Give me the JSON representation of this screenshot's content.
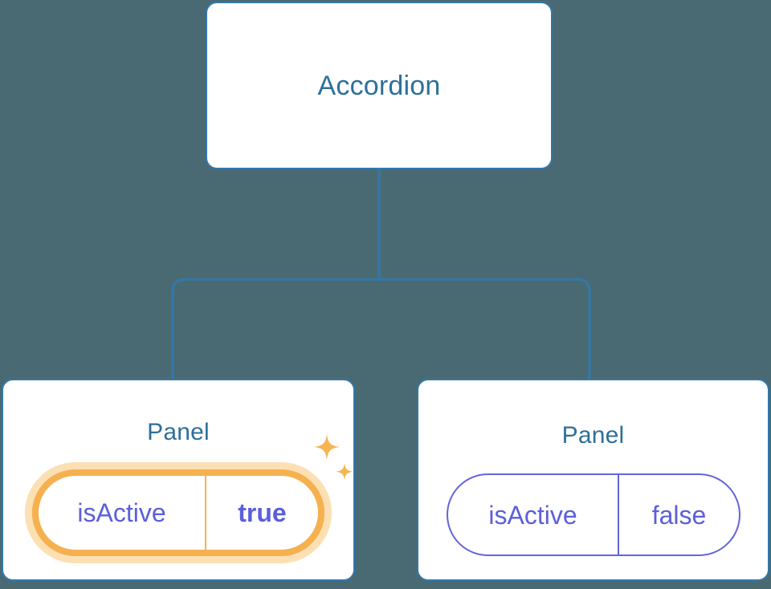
{
  "diagram": {
    "type": "component-tree",
    "background_color": "#4a6a73",
    "connector_color": "#3278ab",
    "card_border_color": "#3278ab",
    "title_color": "#2d7099",
    "prop_color": "#5b5fd9",
    "highlight_color": "#f5b14f",
    "highlight_glow_color": "#fce0b4"
  },
  "root": {
    "label": "Accordion"
  },
  "children": [
    {
      "label": "Panel",
      "highlighted": true,
      "prop": {
        "key": "isActive",
        "value": "true",
        "value_bold": true
      },
      "sparkles": "sparkle-icon"
    },
    {
      "label": "Panel",
      "highlighted": false,
      "prop": {
        "key": "isActive",
        "value": "false",
        "value_bold": false
      }
    }
  ]
}
